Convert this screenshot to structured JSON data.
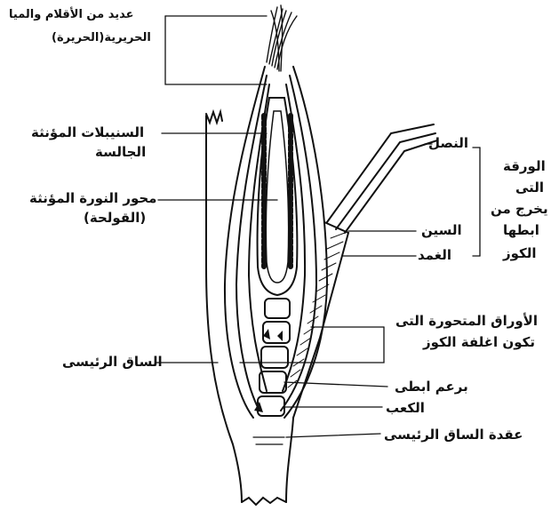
{
  "labels": {
    "silks_line1": "عديد من الأقلام والميا",
    "silks_line2": "الحريرية(الحريرة)",
    "spikelets_line1": "السنيبلات المؤنثة",
    "spikelets_line2": "الجالسة",
    "axis_line1": "محور النورة المؤنثة",
    "axis_line2": "(القولحة)",
    "blade": "النصل",
    "ligule": "السين",
    "sheath": "الغمد",
    "modified_leaves_line1": "الأوراق المتحورة التى",
    "modified_leaves_line2": "تكون اغلفة الكوز",
    "main_stem": "الساق الرئيسى",
    "axillary_bud": "برعم ابطى",
    "shank": "الكعب",
    "stem_node": "عقدة الساق الرئيسى",
    "leaf_title_1": "الورقة",
    "leaf_title_2": "التى",
    "leaf_title_3": "يخرج من",
    "leaf_title_4": "ابطها",
    "leaf_title_5": "الكوز"
  }
}
